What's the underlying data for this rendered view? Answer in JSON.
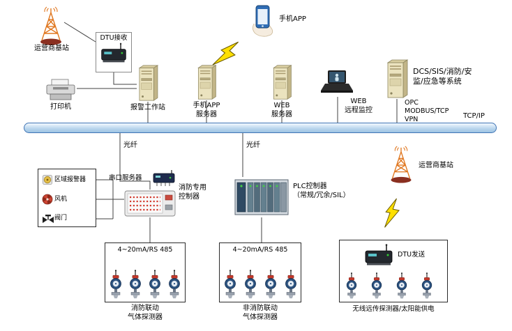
{
  "bus": {
    "label": "TCP/IP"
  },
  "top": {
    "carrier_station": "运营商基站",
    "dtu_receive": "DTU接收",
    "printer": "打印机",
    "alarm_workstation": "报警工作站",
    "phone_app": "手机APP",
    "phone_app_server": "手机APP\n服务器",
    "web_server": "WEB\n服务器",
    "web_remote": "WEB\n远程监控",
    "dcs_system": "DCS/SIS/消防/安\n监/应急等系统",
    "protocol_opc": "OPC",
    "protocol_modbus": "MODBUS/TCP",
    "protocol_vpn": "VPN"
  },
  "mid": {
    "fiber_left": "光纤",
    "fiber_right": "光纤",
    "device_alarm": "区域报警器",
    "device_fan": "风机",
    "device_valve": "阀门",
    "serial_server": "串口服务器",
    "fire_controller": "消防专用\n控制器",
    "plc": "PLC控制器\n（常规/冗余/SIL）",
    "carrier_station_right": "运营商基站",
    "dtu_send": "DTU发送"
  },
  "groups": {
    "g1": {
      "top": "4~20mA/RS 485",
      "bottom": "消防联动\n气体探测器"
    },
    "g2": {
      "top": "4~20mA/RS 485",
      "bottom": "非消防联动\n气体探测器"
    },
    "g3": {
      "bottom": "无线远传探测器/太阳能供电"
    }
  },
  "icons": {
    "carrier_station": "antenna-tower-icon",
    "dtu": "dtu-modem-icon",
    "printer": "printer-icon",
    "server": "tower-server-icon",
    "phone": "smartphone-icon",
    "laptop": "laptop-icon",
    "lightning": "wireless-link-bolt-icon",
    "alarm": "alarm-bell-icon",
    "fan": "fan-icon",
    "valve": "valve-icon",
    "serial_server": "serial-server-icon",
    "fire_controller": "fire-controller-panel-icon",
    "plc": "plc-rack-icon",
    "gas_detector": "gas-detector-icon"
  },
  "colors": {
    "bus_fill": "#bcd7ee",
    "bus_border": "#3f74b5",
    "bolt": "#ffe000",
    "tower": "#e0761e",
    "detector_head": "#29507e"
  }
}
